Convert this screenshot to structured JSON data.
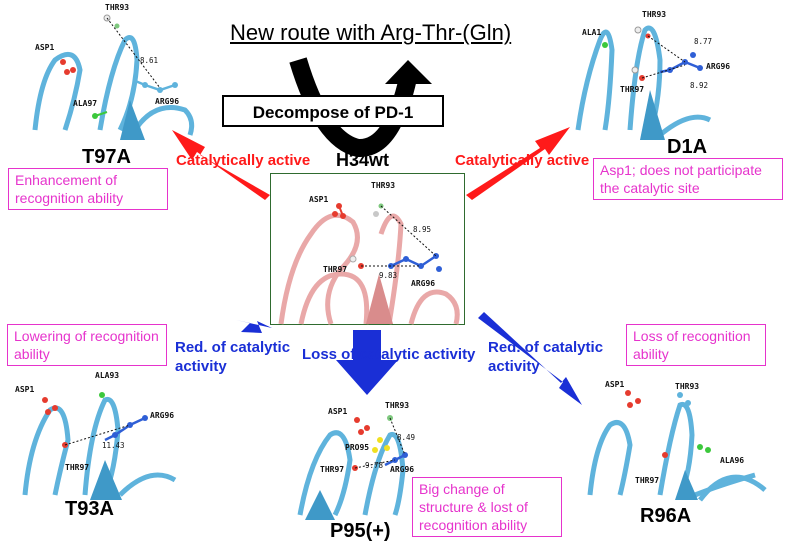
{
  "title": "New route with Arg-Thr-(Gln)",
  "decompose_label": "Decompose of PD-1",
  "center": {
    "name": "H34wt",
    "residues": {
      "asp": "ASP1",
      "thr93": "THR93",
      "thr97": "THR97",
      "arg96": "ARG96"
    },
    "distances": [
      "8.95",
      "9.83"
    ]
  },
  "t97a": {
    "name": "T97A",
    "arrow_label": "Catalytically active",
    "note": "Enhancement of recognition ability",
    "residues": {
      "asp": "ASP1",
      "thr93": "THR93",
      "ala97": "ALA97",
      "arg96": "ARG96"
    },
    "distance": "8.61"
  },
  "d1a": {
    "name": "D1A",
    "arrow_label": "Catalytically active",
    "note": "Asp1; does not participate the catalytic site",
    "residues": {
      "ala1": "ALA1",
      "thr93": "THR93",
      "thr97": "THR97",
      "arg96": "ARG96"
    },
    "distances": [
      "8.77",
      "8.92"
    ]
  },
  "t93a": {
    "name": "T93A",
    "arrow_label": "Red. of catalytic activity",
    "note": "Lowering of recognition ability",
    "residues": {
      "asp": "ASP1",
      "ala93": "ALA93",
      "thr97": "THR97",
      "arg96": "ARG96"
    },
    "distance": "11.43"
  },
  "p95": {
    "name": "P95(+)",
    "arrow_label": "Loss of catalytic activity",
    "note": "Big change of structure & lost of recognition ability",
    "residues": {
      "asp": "ASP1",
      "thr93": "THR93",
      "pro95": "PRO95",
      "thr97": "THR97",
      "arg96": "ARG96"
    },
    "distances": [
      "8.49",
      "9.78"
    ]
  },
  "r96a": {
    "name": "R96A",
    "arrow_label": "Red. of catalytic activity",
    "note": "Loss of recognition ability",
    "residues": {
      "asp": "ASP1",
      "thr93": "THR93",
      "thr97": "THR97",
      "ala96": "ALA96"
    }
  },
  "colors": {
    "red_arrow": "#ff1a1a",
    "blue_arrow": "#1a2fd6",
    "note_border": "#e633cc",
    "ribbon_blue": "#5fb3dc",
    "ribbon_pink": "#e9a8a8"
  }
}
